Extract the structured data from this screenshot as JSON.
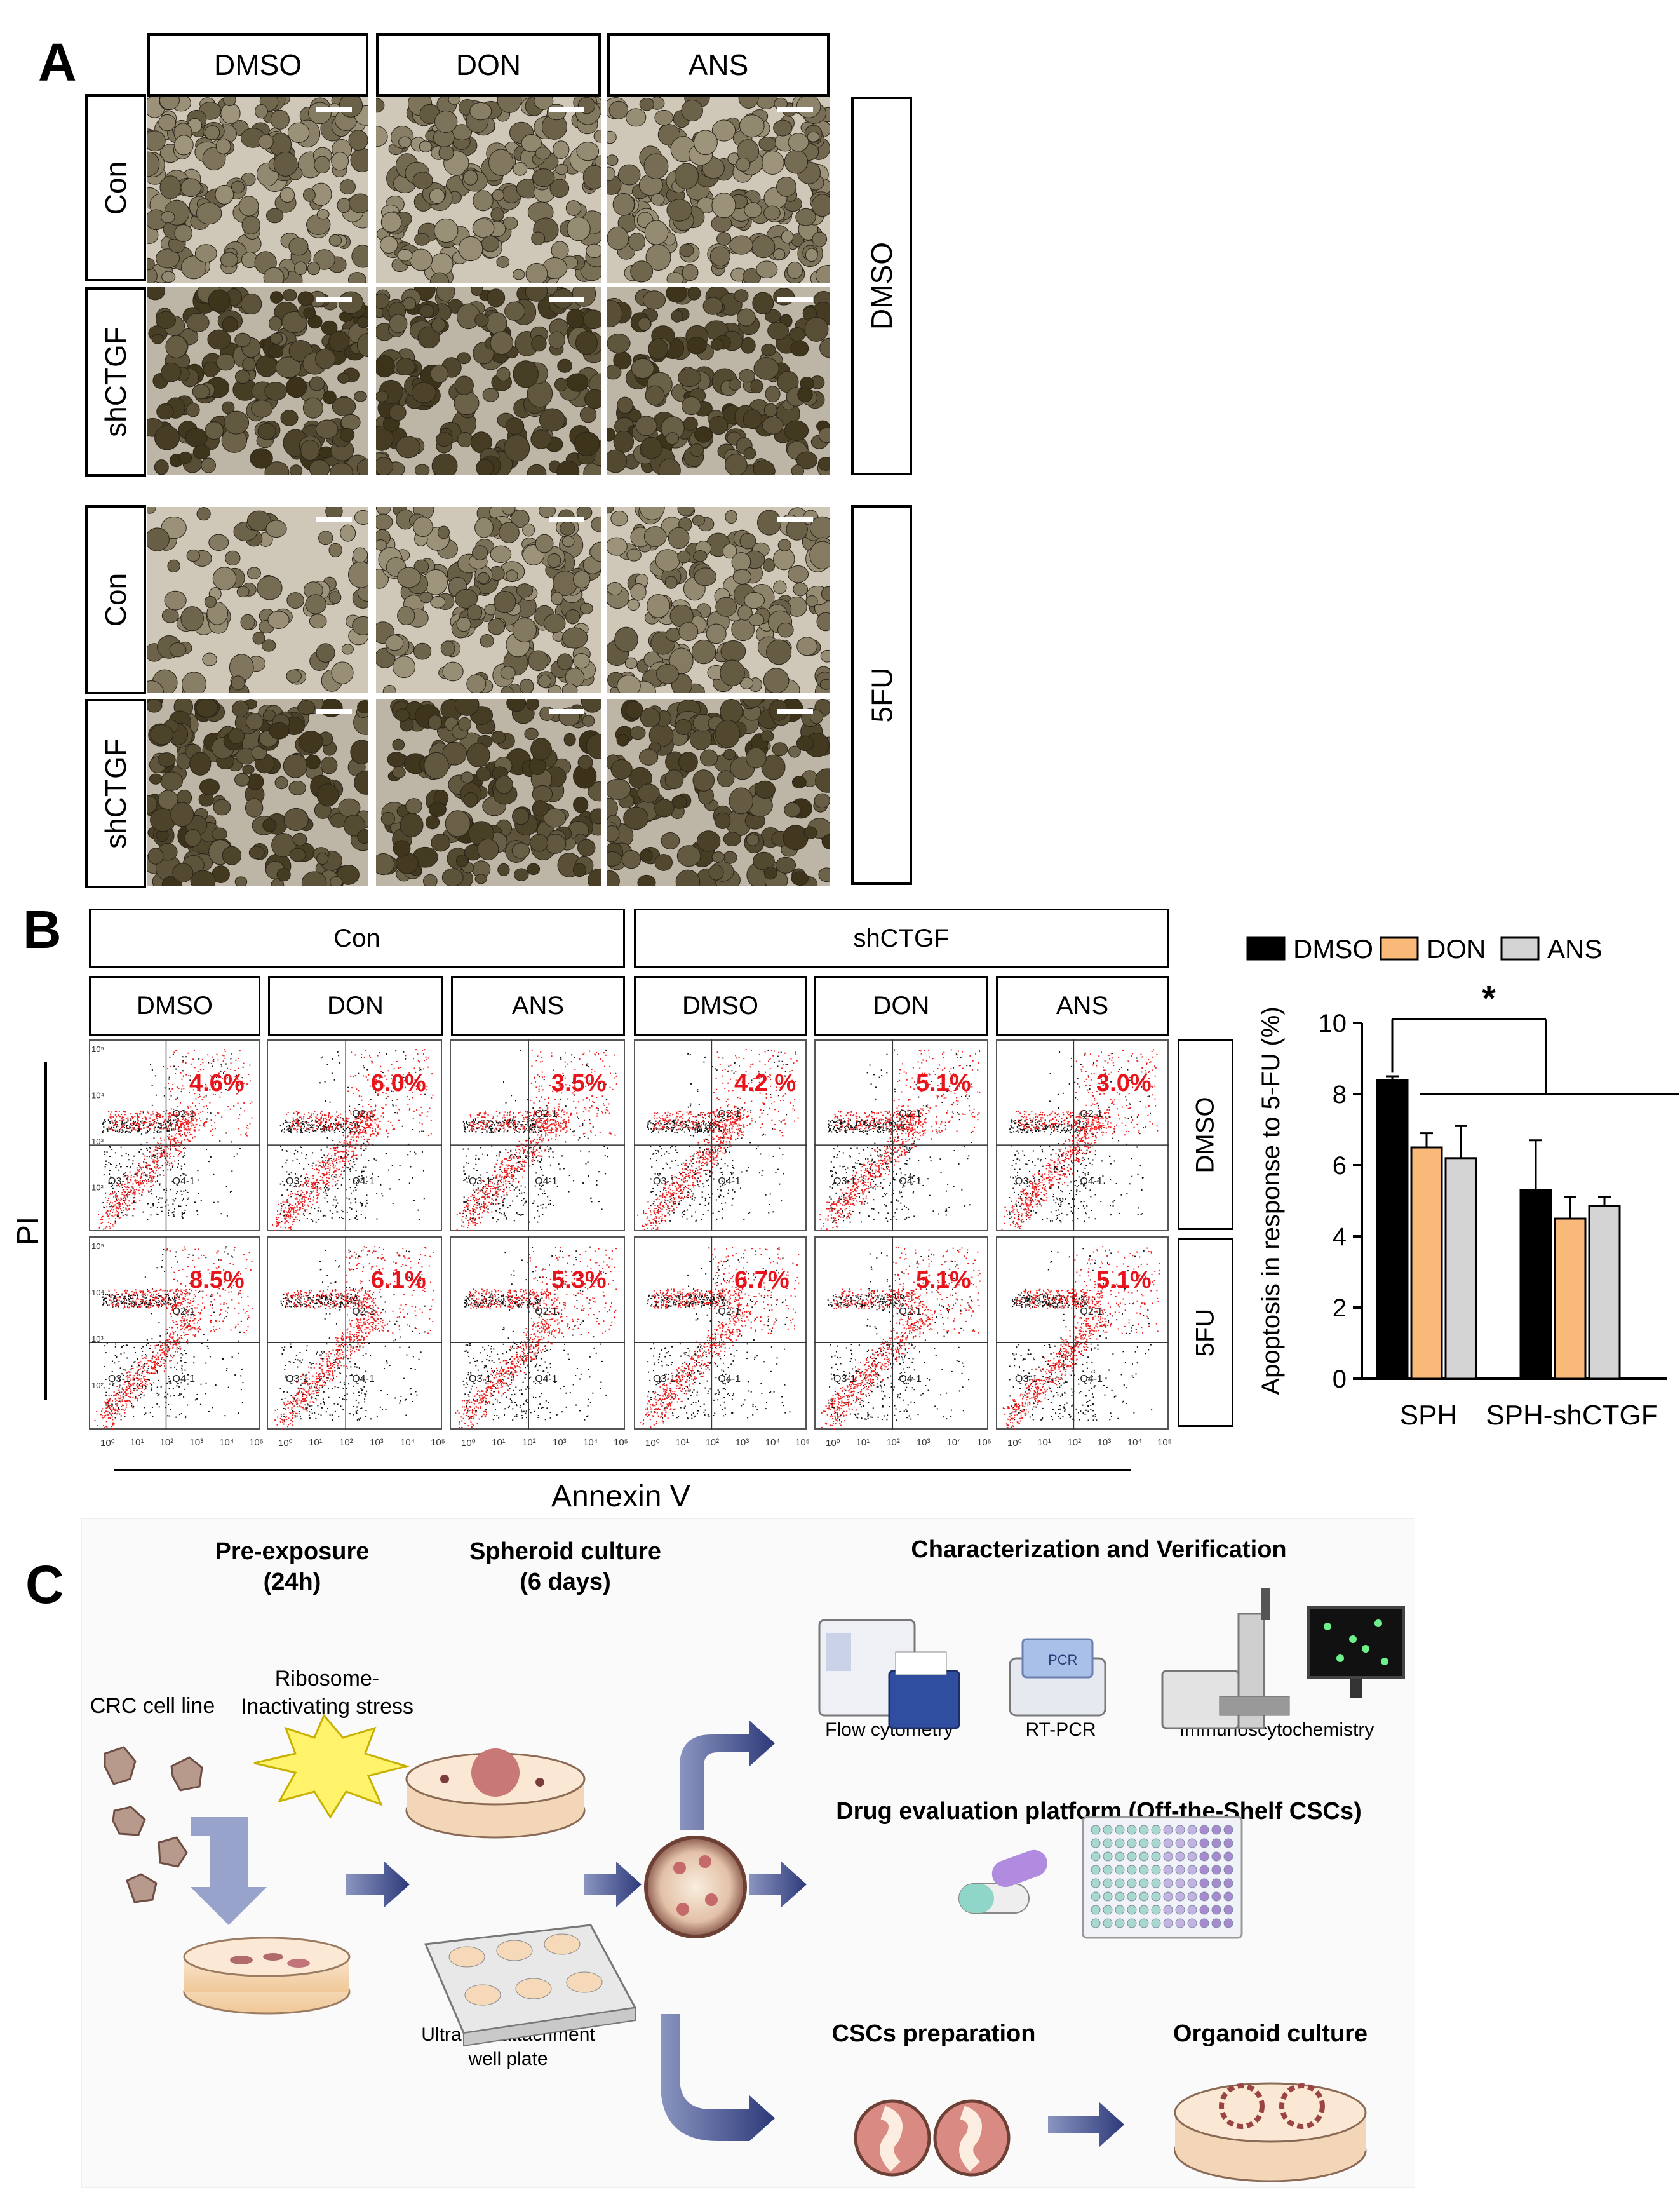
{
  "panelA": {
    "letter": "A",
    "columns": [
      "DMSO",
      "DON",
      "ANS"
    ],
    "row_labels": [
      "Con",
      "shCTGF",
      "Con",
      "shCTGF"
    ],
    "group_labels": [
      "DMSO",
      "5FU"
    ]
  },
  "panelB": {
    "letter": "B",
    "groups": [
      "Con",
      "shCTGF"
    ],
    "columns": [
      "DMSO",
      "DON",
      "ANS",
      "DMSO",
      "DON",
      "ANS"
    ],
    "row_labels": [
      "DMSO",
      "5FU"
    ],
    "y_axis_label": "PI",
    "x_axis_label": "Annexin V",
    "gate_labels": {
      "upper": "Q2-1",
      "lower": "Q4-1",
      "lower_left": "Q3-1"
    },
    "tick_labels_x": [
      "10⁰",
      "10¹",
      "10²",
      "10³",
      "10⁴",
      "10⁵"
    ],
    "tick_labels_y": [
      "10⁵",
      "10⁴",
      "10³",
      "10²"
    ],
    "percentages": [
      [
        "4.6%",
        "6.0%",
        "3.5%",
        "4.2 %",
        "5.1%",
        "3.0%"
      ],
      [
        "8.5%",
        "6.1%",
        "5.3%",
        "6.7%",
        "5.1%",
        "5.1%"
      ]
    ]
  },
  "chart_data": {
    "type": "bar",
    "categories": [
      "SPH",
      "SPH-shCTGF"
    ],
    "series": [
      {
        "name": "DMSO",
        "color": "#000000",
        "values": [
          8.4,
          5.3
        ],
        "errors": [
          0.1,
          1.4
        ]
      },
      {
        "name": "DON",
        "color": "#f9b978",
        "values": [
          6.5,
          4.5
        ],
        "errors": [
          0.4,
          0.6
        ]
      },
      {
        "name": "ANS",
        "color": "#d4d4d4",
        "values": [
          6.2,
          4.85
        ],
        "errors": [
          0.9,
          0.25
        ]
      }
    ],
    "ylabel": "Apoptosis in response to 5-FU (%)",
    "ylim": [
      0,
      10
    ],
    "yticks": [
      "0",
      "2",
      "4",
      "6",
      "8",
      "10"
    ],
    "significance": "*"
  },
  "panelC": {
    "letter": "C",
    "pre_exposure": "Pre-exposure",
    "pre_exposure_time": "(24h)",
    "spheroid_culture": "Spheroid culture",
    "spheroid_time": "(6 days)",
    "characterization": "Characterization and Verification",
    "ribosome_line1": "Ribosome-",
    "ribosome_line2": "Inactivating stress",
    "crc": "CRC cell line",
    "flow": "Flow cytometry",
    "rtpcr": "RT-PCR",
    "icc": "Immunoscytochemistry",
    "drug_platform": "Drug evaluation platform (Off-the-Shelf CSCs)",
    "ula_line1": "Ultra low attachment",
    "ula_line2": "well plate",
    "cscs": "CSCs preparation",
    "organoid": "Organoid culture",
    "pcr_device": "PCR"
  }
}
